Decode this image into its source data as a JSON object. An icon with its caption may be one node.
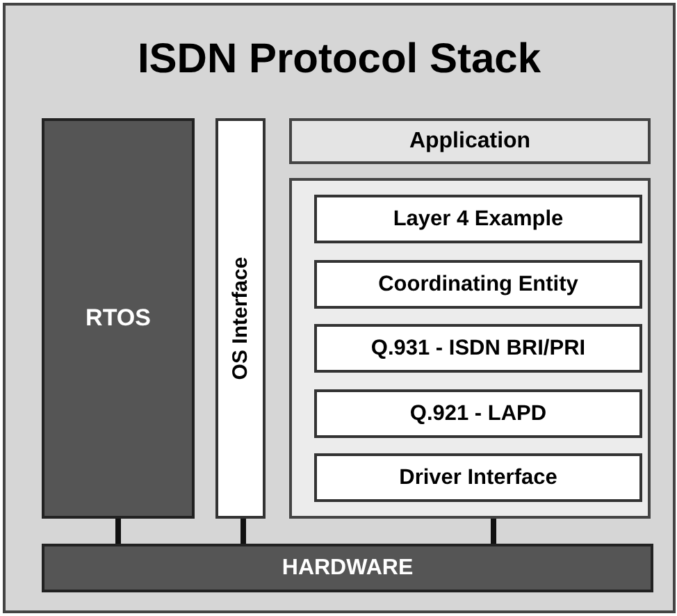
{
  "diagram": {
    "nodes": [
      {
        "text": [
          "ISDN Protocol Stack"
        ]
      },
      {
        "text": [
          "RTOS"
        ],
        "in": 0
      },
      {
        "text": [
          "OS Interface"
        ],
        "in": 0
      },
      {
        "text": [
          "Application"
        ],
        "in": 0
      },
      {
        "text": [],
        "shape": "box",
        "in": 0
      },
      {
        "text": [
          "Layer 4 Example"
        ],
        "in": 4
      },
      {
        "text": [
          "Coordinating Entity"
        ],
        "in": 4
      },
      {
        "text": [
          "Q.931 - ISDN BRI/PRI"
        ],
        "in": 4
      },
      {
        "text": [
          "Q.921 - LAPD"
        ],
        "in": 4
      },
      {
        "text": [
          "Driver Interface"
        ],
        "in": 4
      },
      {
        "text": [
          "HARDWARE"
        ],
        "in": 0
      }
    ],
    "edges": [
      {
        "from": 1,
        "to": 10,
        "arrow": "none"
      },
      {
        "from": 2,
        "to": 10,
        "arrow": "none"
      },
      {
        "from": 4,
        "to": 10,
        "arrow": "none"
      }
    ]
  }
}
